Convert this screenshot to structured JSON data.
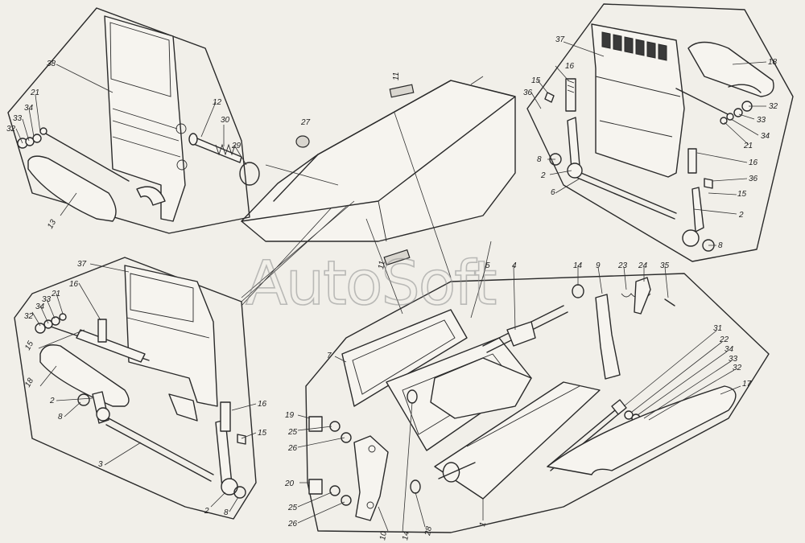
{
  "watermark": "AutoSoft",
  "labels": [
    {
      "id": "l38",
      "text": "38"
    },
    {
      "id": "l21a",
      "text": "21"
    },
    {
      "id": "l34a",
      "text": "34"
    },
    {
      "id": "l33a",
      "text": "33"
    },
    {
      "id": "l32a",
      "text": "32"
    },
    {
      "id": "l12",
      "text": "12"
    },
    {
      "id": "l30",
      "text": "30"
    },
    {
      "id": "l29",
      "text": "29"
    },
    {
      "id": "l13",
      "text": "13"
    },
    {
      "id": "l27",
      "text": "27"
    },
    {
      "id": "l11a",
      "text": "11"
    },
    {
      "id": "l11b",
      "text": "11"
    },
    {
      "id": "l37a",
      "text": "37"
    },
    {
      "id": "l16a",
      "text": "16"
    },
    {
      "id": "l15a",
      "text": "15"
    },
    {
      "id": "l36a",
      "text": "36"
    },
    {
      "id": "l18a",
      "text": "18"
    },
    {
      "id": "l32b",
      "text": "32"
    },
    {
      "id": "l33b",
      "text": "33"
    },
    {
      "id": "l34b",
      "text": "34"
    },
    {
      "id": "l21b",
      "text": "21"
    },
    {
      "id": "l8a",
      "text": "8"
    },
    {
      "id": "l2a",
      "text": "2"
    },
    {
      "id": "l6",
      "text": "6"
    },
    {
      "id": "l16b",
      "text": "16"
    },
    {
      "id": "l36b",
      "text": "36"
    },
    {
      "id": "l15b",
      "text": "15"
    },
    {
      "id": "l2b",
      "text": "2"
    },
    {
      "id": "l8b",
      "text": "8"
    },
    {
      "id": "l37b",
      "text": "37"
    },
    {
      "id": "l16c",
      "text": "16"
    },
    {
      "id": "l21c",
      "text": "21"
    },
    {
      "id": "l33c",
      "text": "33"
    },
    {
      "id": "l34c",
      "text": "34"
    },
    {
      "id": "l32c",
      "text": "32"
    },
    {
      "id": "l15c",
      "text": "15"
    },
    {
      "id": "l18b",
      "text": "18"
    },
    {
      "id": "l2c",
      "text": "2"
    },
    {
      "id": "l8c",
      "text": "8"
    },
    {
      "id": "l3",
      "text": "3"
    },
    {
      "id": "l16d",
      "text": "16"
    },
    {
      "id": "l15d",
      "text": "15"
    },
    {
      "id": "l2d",
      "text": "2"
    },
    {
      "id": "l8d",
      "text": "8"
    },
    {
      "id": "l5",
      "text": "5"
    },
    {
      "id": "l4",
      "text": "4"
    },
    {
      "id": "l14a",
      "text": "14"
    },
    {
      "id": "l9",
      "text": "9"
    },
    {
      "id": "l23",
      "text": "23"
    },
    {
      "id": "l24",
      "text": "24"
    },
    {
      "id": "l35",
      "text": "35"
    },
    {
      "id": "l7",
      "text": "7"
    },
    {
      "id": "l31",
      "text": "31"
    },
    {
      "id": "l22",
      "text": "22"
    },
    {
      "id": "l34d",
      "text": "34"
    },
    {
      "id": "l33d",
      "text": "33"
    },
    {
      "id": "l32d",
      "text": "32"
    },
    {
      "id": "l17",
      "text": "17"
    },
    {
      "id": "l19",
      "text": "19"
    },
    {
      "id": "l25a",
      "text": "25"
    },
    {
      "id": "l26a",
      "text": "26"
    },
    {
      "id": "l20",
      "text": "20"
    },
    {
      "id": "l25b",
      "text": "25"
    },
    {
      "id": "l26b",
      "text": "26"
    },
    {
      "id": "l10",
      "text": "10"
    },
    {
      "id": "l14b",
      "text": "14"
    },
    {
      "id": "l28",
      "text": "28"
    },
    {
      "id": "l1",
      "text": "1"
    }
  ]
}
